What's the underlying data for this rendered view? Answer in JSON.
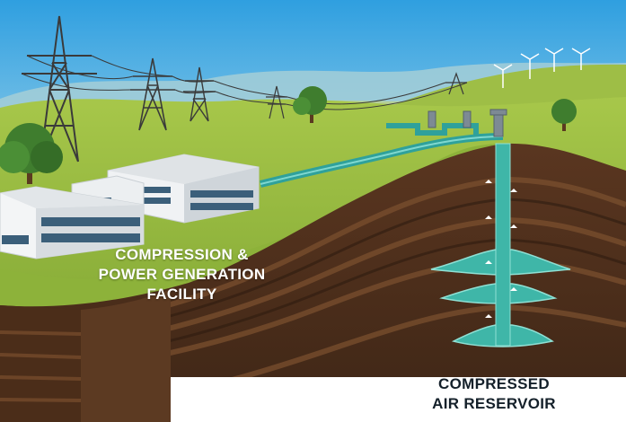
{
  "labels": {
    "facility": [
      "COMPRESSION &",
      "POWER GENERATION",
      "FACILITY"
    ],
    "reservoir": [
      "COMPRESSED",
      "AIR RESERVOIR"
    ]
  },
  "colors": {
    "sky_top": "#2f9fe0",
    "sky_bottom": "#bfe3ef",
    "grass": "#8cb43a",
    "soil_dark": "#4a2e1a",
    "soil_light": "#7a4f2e",
    "air_channel": "#3fb6a8",
    "building": "#e6e9ec",
    "window": "#3b5f7a"
  },
  "icons": [
    "power-tower-icon",
    "wind-turbine-icon",
    "tree-icon",
    "wellhead-icon",
    "building-icon"
  ]
}
